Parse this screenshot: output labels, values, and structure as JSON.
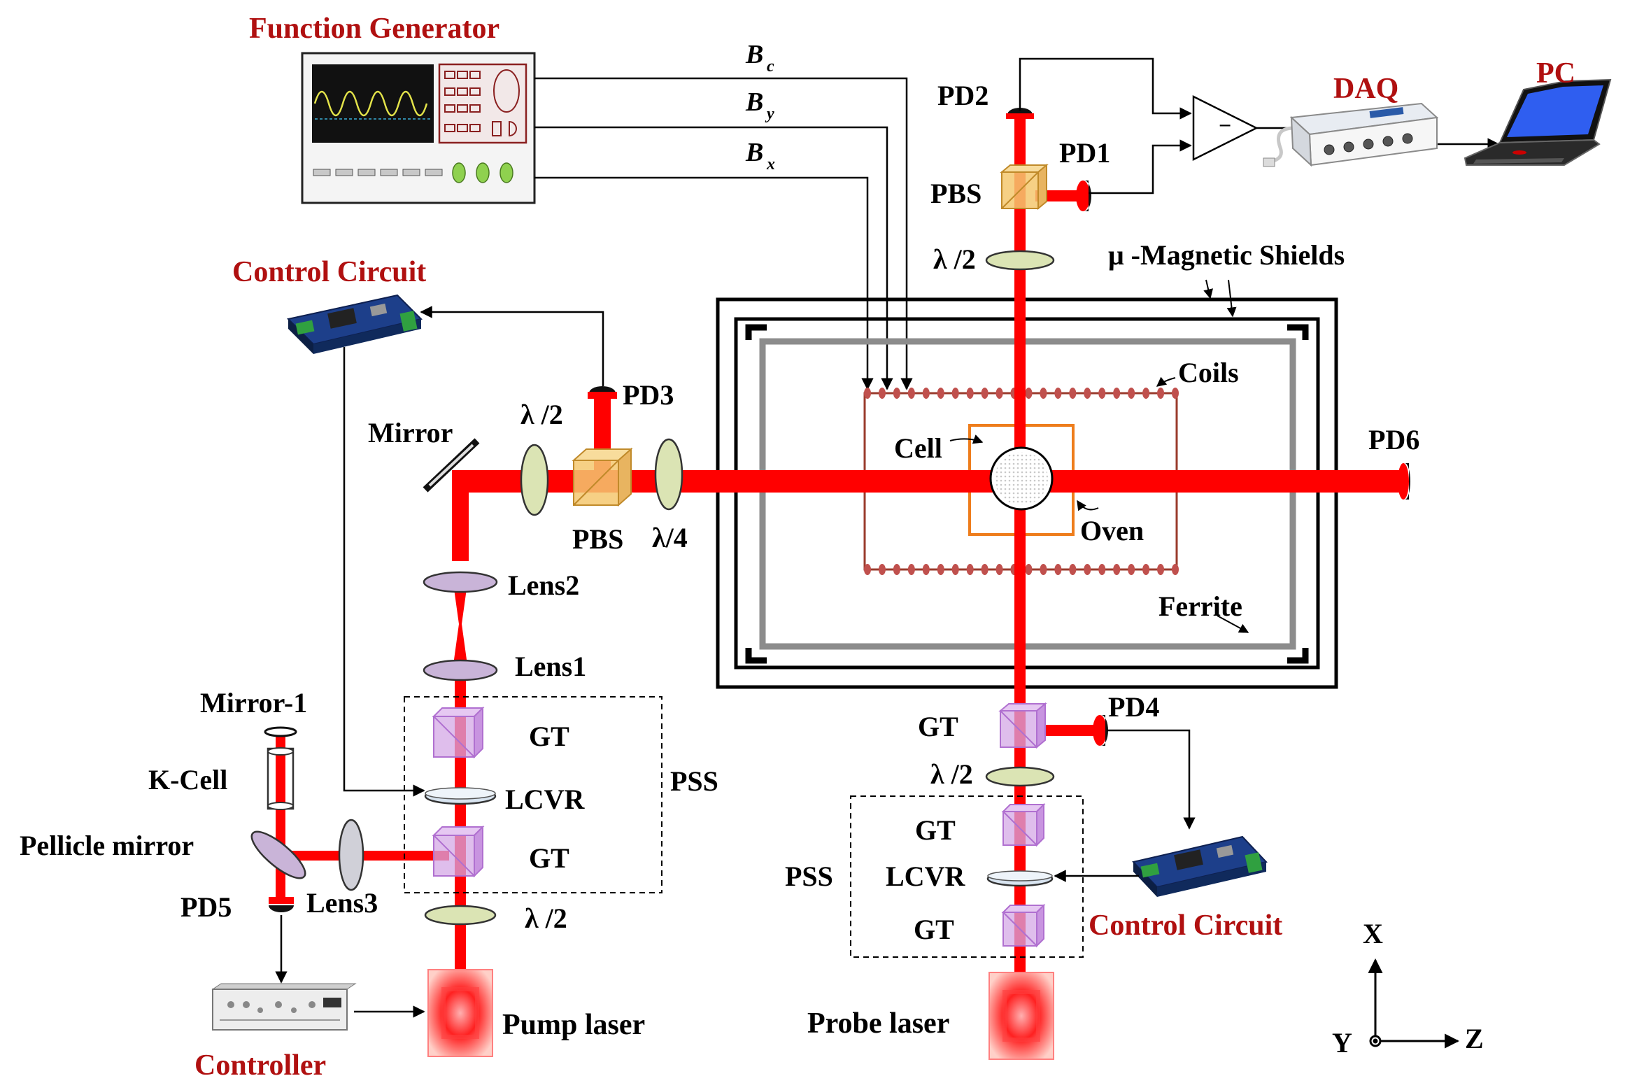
{
  "colors": {
    "beam": "#ff0000",
    "title_red": "#b01010",
    "shield_black": "#000000",
    "ferrite_gray": "#8c8c8c",
    "coil_brown": "#9a3b2c",
    "oven_orange": "#ee7d1c",
    "pbs_yellow": "#f5c870",
    "gt_violet": "#d4a8e6",
    "waveplate_green": "#dbe4b4",
    "lens_purple": "#c9b4d8"
  },
  "labels": {
    "function_generator": "Function Generator",
    "bc": "B",
    "bc_sub": "c",
    "by": "B",
    "by_sub": "y",
    "bx": "B",
    "bx_sub": "x",
    "control_circuit_top": "Control Circuit",
    "control_circuit_bottom": "Control Circuit",
    "pd1": "PD1",
    "pd2": "PD2",
    "pd3": "PD3",
    "pd4": "PD4",
    "pd5": "PD5",
    "pd6": "PD6",
    "daq": "DAQ",
    "pc": "PC",
    "pbs_probe": "PBS",
    "pbs_pump": "PBS",
    "halfwave_probe_top": "λ /2",
    "halfwave_pump": "λ /2",
    "halfwave_probe_lower": "λ /2",
    "halfwave_pump_bottom": "λ /2",
    "quarterwave": "λ/4",
    "magnetic_shields": "μ -Magnetic Shields",
    "coils": "Coils",
    "cell": "Cell",
    "oven": "Oven",
    "ferrite": "Ferrite",
    "mirror": "Mirror",
    "mirror_1": "Mirror-1",
    "k_cell": "K-Cell",
    "pellicle_mirror": "Pellicle mirror",
    "lens1": "Lens1",
    "lens2": "Lens2",
    "lens3": "Lens3",
    "gt_pump_top": "GT",
    "lcvr_pump": "LCVR",
    "gt_pump_bottom": "GT",
    "pss_pump": "PSS",
    "gt_probe_top": "GT",
    "gt_probe_mid": "GT",
    "lcvr_probe": "LCVR",
    "gt_probe_bottom": "GT",
    "pss_probe": "PSS",
    "pump_laser": "Pump laser",
    "probe_laser": "Probe laser",
    "controller": "Controller",
    "axis_x": "X",
    "axis_y": "Y",
    "axis_z": "Z",
    "diff_amp_sign": "−"
  }
}
